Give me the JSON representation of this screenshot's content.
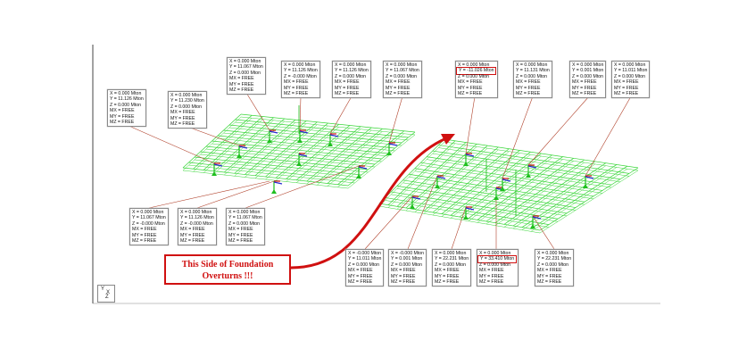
{
  "callout": {
    "line1": "This Side of Foundation",
    "line2": "Overturns !!!"
  },
  "axis_indicator": {
    "y": "Y",
    "x": "X",
    "z": "Z"
  },
  "colors": {
    "grid": "#39d639",
    "leader": "#b0402a",
    "highlight": "#d01010",
    "arrow": "#d01010",
    "vertical": "#1fbf1f",
    "x_axis": "#d01010",
    "z_axis": "#2a2ad0"
  },
  "labels": [
    {
      "id": "l1",
      "lines": [
        "X = 0.000 Mton",
        "Y = 11.126 Mton",
        "Z = 0.000 Mton",
        "MX = FREE",
        "MY = FREE",
        "MZ = FREE"
      ]
    },
    {
      "id": "l2",
      "lines": [
        "X = 0.000 Mton",
        "Y = 11.230 Mton",
        "Z = 0.000 Mton",
        "MX = FREE",
        "MY = FREE",
        "MZ = FREE"
      ]
    },
    {
      "id": "l3",
      "lines": [
        "X = 0.000 Mton",
        "Y = 11.067 Mton",
        "Z = 0.000 Mton",
        "MX = FREE",
        "MY = FREE",
        "MZ = FREE"
      ]
    },
    {
      "id": "l4",
      "lines": [
        "X = 0.000 Mton",
        "Y = 11.126 Mton",
        "Z = -0.000 Mton",
        "MX = FREE",
        "MY = FREE",
        "MZ = FREE"
      ]
    },
    {
      "id": "l5",
      "lines": [
        "X = 0.000 Mton",
        "Y = 11.126 Mton",
        "Z = 0.000 Mton",
        "MX = FREE",
        "MY = FREE",
        "MZ = FREE"
      ]
    },
    {
      "id": "l6",
      "lines": [
        "X = 0.000 Mton",
        "Y = 11.067 Mton",
        "Z = 0.000 Mton",
        "MX = FREE",
        "MY = FREE",
        "MZ = FREE"
      ]
    },
    {
      "id": "l7",
      "lines": [
        "X = 0.000 Mton",
        "Y = 11.067 Mton",
        "Z = -0.000 Mton",
        "MX = FREE",
        "MY = FREE",
        "MZ = FREE"
      ]
    },
    {
      "id": "l8",
      "lines": [
        "X = 0.000 Mton",
        "Y = 11.126 Mton",
        "Z = -0.000 Mton",
        "MX = FREE",
        "MY = FREE",
        "MZ = FREE"
      ]
    },
    {
      "id": "l9",
      "lines": [
        "X = 0.000 Mton",
        "Y = 11.067 Mton",
        "Z = 0.000 Mton",
        "MX = FREE",
        "MY = FREE",
        "MZ = FREE"
      ]
    },
    {
      "id": "r1",
      "highlight": 1,
      "lines": [
        "X = 0.000 Mton",
        "Y = -11.026 Mton",
        "Z = 0.000 Mton",
        "MX = FREE",
        "MY = FREE",
        "MZ = FREE"
      ]
    },
    {
      "id": "r2",
      "lines": [
        "X = 0.000 Mton",
        "Y = 11.131 Mton",
        "Z = 0.000 Mton",
        "MX = FREE",
        "MY = FREE",
        "MZ = FREE"
      ]
    },
    {
      "id": "r3",
      "lines": [
        "X = 0.000 Mton",
        "Y = 0.001 Mton",
        "Z = 0.000 Mton",
        "MX = FREE",
        "MY = FREE",
        "MZ = FREE"
      ]
    },
    {
      "id": "r4",
      "lines": [
        "X = 0.000 Mton",
        "Y = 11.011 Mton",
        "Z = 0.000 Mton",
        "MX = FREE",
        "MY = FREE",
        "MZ = FREE"
      ]
    },
    {
      "id": "r5",
      "lines": [
        "X = -0.000 Mton",
        "Y = 11.011 Mton",
        "Z = 0.000 Mton",
        "MX = FREE",
        "MY = FREE",
        "MZ = FREE"
      ]
    },
    {
      "id": "r6",
      "lines": [
        "X = -0.000 Mton",
        "Y = 0.001 Mton",
        "Z = 0.000 Mton",
        "MX = FREE",
        "MY = FREE",
        "MZ = FREE"
      ]
    },
    {
      "id": "r7",
      "lines": [
        "X = 0.000 Mton",
        "Y = 22.231 Mton",
        "Z = 0.000 Mton",
        "MX = FREE",
        "MY = FREE",
        "MZ = FREE"
      ]
    },
    {
      "id": "r8",
      "highlight": 1,
      "lines": [
        "X = 0.000 Mton",
        "Y = 33.410 Mton",
        "Z = 0.000 Mton",
        "MX = FREE",
        "MY = FREE",
        "MZ = FREE"
      ]
    },
    {
      "id": "r9",
      "lines": [
        "X = 0.000 Mton",
        "Y = 22.231 Mton",
        "Z = 0.000 Mton",
        "MX = FREE",
        "MY = FREE",
        "MZ = FREE"
      ]
    }
  ]
}
